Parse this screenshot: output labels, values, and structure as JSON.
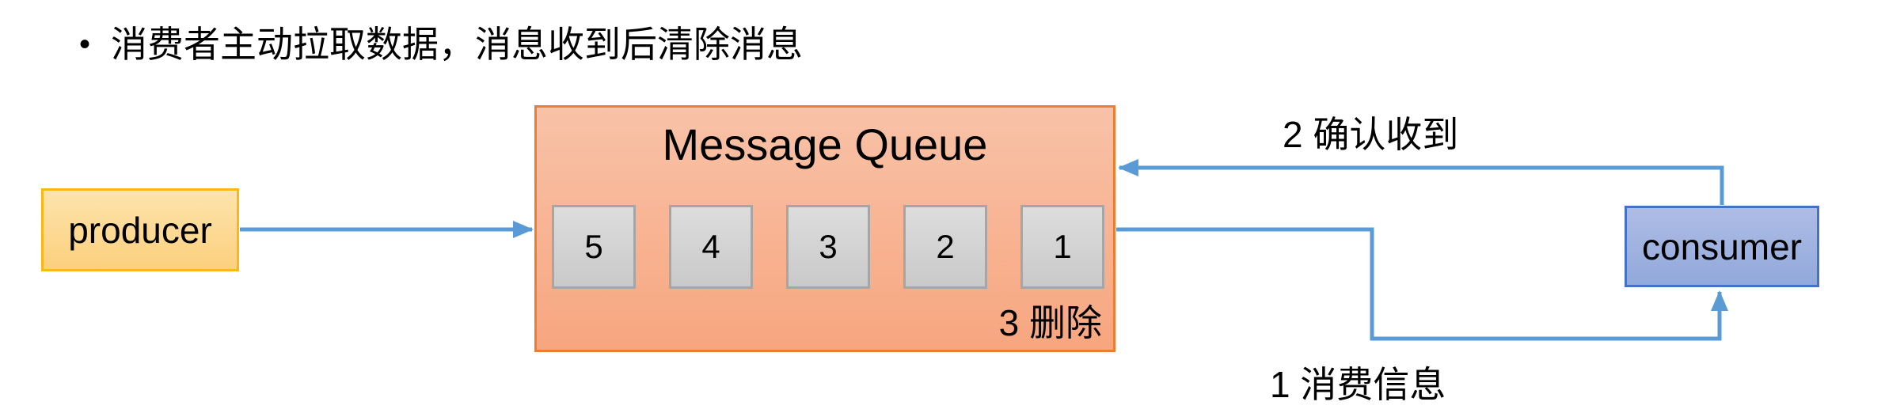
{
  "bullet": {
    "marker": "•",
    "text": "消费者主动拉取数据，消息收到后清除消息"
  },
  "diagram": {
    "producer": {
      "label": "producer"
    },
    "message_queue": {
      "title": "Message Queue",
      "messages": [
        "5",
        "4",
        "3",
        "2",
        "1"
      ],
      "delete_label": "3 删除"
    },
    "consumer": {
      "label": "consumer"
    },
    "flows": {
      "ack_label": "2 确认收到",
      "consume_label": "1 消费信息"
    }
  },
  "colors": {
    "page_bg": "#ffffff",
    "text": "#000000",
    "arrow": "#5B9BD5",
    "producer_fill_top": "#FDE4AD",
    "producer_fill_bottom": "#FCD07E",
    "producer_border": "#F8B918",
    "queue_fill_top": "#F8C2A8",
    "queue_fill_bottom": "#F7A67F",
    "queue_border": "#ED7D31",
    "msg_fill_top": "#DDDDDD",
    "msg_fill_bottom": "#C9C9C9",
    "msg_border": "#A6A6A6",
    "consumer_fill_top": "#AEBCE5",
    "consumer_fill_bottom": "#92A9DB",
    "consumer_border": "#4472C4"
  }
}
